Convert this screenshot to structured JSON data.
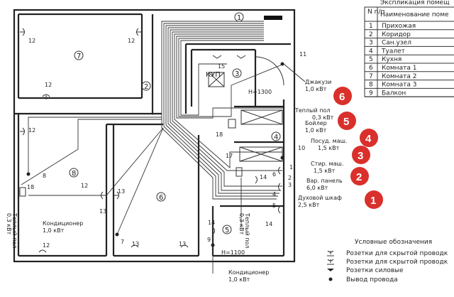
{
  "table": {
    "title": "Экспликация помещ",
    "col_num": "N п/п",
    "col_name": "Наименование поме",
    "rows": [
      {
        "n": "1",
        "name": "Прихожая"
      },
      {
        "n": "2",
        "name": "Коридор"
      },
      {
        "n": "3",
        "name": "Сан.узел"
      },
      {
        "n": "4",
        "name": "Туалет"
      },
      {
        "n": "5",
        "name": "Кухня"
      },
      {
        "n": "6",
        "name": "Комната 1"
      },
      {
        "n": "7",
        "name": "Комната 2"
      },
      {
        "n": "8",
        "name": "Комната 3"
      },
      {
        "n": "9",
        "name": "Балкон"
      }
    ]
  },
  "rooms": [
    "1",
    "2",
    "3",
    "4",
    "5",
    "6",
    "7",
    "8"
  ],
  "labels": {
    "jacuzzi": "Джакузи",
    "jacuzzi_kw": "1,0 кВт",
    "floor1": "Теплый пол",
    "floor1_kw": "0,3 кВт",
    "boiler": "Бойлер",
    "boiler_kw": "1,0 кВт",
    "dish": "Посуд. маш.",
    "dish_kw": "1,5 кВт",
    "wash": "Стир. маш.",
    "wash_kw": "1,5 кВт",
    "hob": "Вар. панель",
    "hob_kw": "6,0 кВт",
    "oven": "Духовой шкаф",
    "oven_kw": "2,5 кВт",
    "ac1": "Кондиционер",
    "ac1_kw": "1,0 кВт",
    "ac2": "Кондиционер",
    "ac2_kw": "1,0 кВт",
    "floor2": "Теплый пол",
    "floor2_kw": "0,3 кВт",
    "floor3": "Теплый пол",
    "floor3_kw": "0,3 кВт",
    "kup": "КУП",
    "h1300": "H=1300",
    "h1100": "H=1100"
  },
  "numbers": [
    "12",
    "12",
    "12",
    "12",
    "12",
    "12",
    "13",
    "13",
    "13",
    "13",
    "14",
    "14",
    "14",
    "15",
    "17",
    "18",
    "18",
    "11",
    "10",
    "9",
    "8",
    "7",
    "6",
    "5",
    "4",
    "3",
    "2",
    "1"
  ],
  "markers": [
    "1",
    "2",
    "3",
    "4",
    "5",
    "6"
  ],
  "legend": {
    "title": "Условные обозначения",
    "items": [
      "Розетки для скрытой проводк",
      "Розетки для скрытой проводк",
      "Розетки силовые",
      "Вывод провода"
    ]
  },
  "colors": {
    "marker": "#d9302c",
    "line": "#222222"
  }
}
